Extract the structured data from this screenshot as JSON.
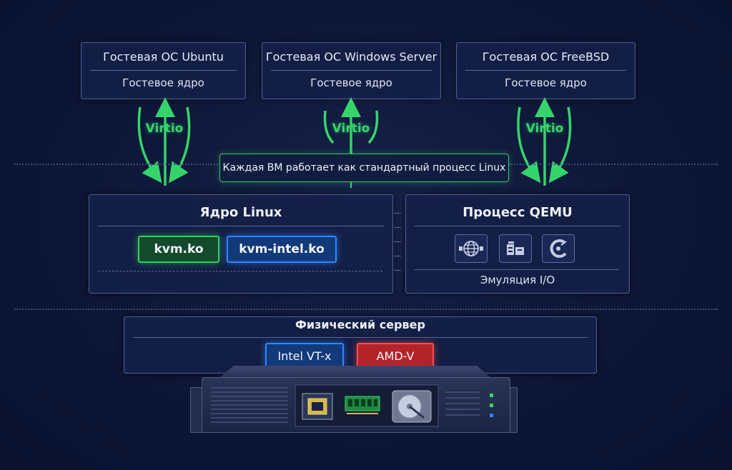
{
  "guests": [
    {
      "title": "Гостевая ОС Ubuntu",
      "kernel": "Гостевое ядро"
    },
    {
      "title": "Гостевая ОС Windows Server",
      "kernel": "Гостевое ядро"
    },
    {
      "title": "Гостевая ОС FreeBSD",
      "kernel": "Гостевое ядро"
    }
  ],
  "virtio_label": "Virtio",
  "note": "Каждая ВМ работает как стандартный процесс Linux",
  "kernel_box": {
    "title": "Ядро Linux",
    "modules": [
      "kvm.ko",
      "kvm-intel.ko"
    ]
  },
  "qemu_box": {
    "title": "Процесс QEMU",
    "icons": [
      "network-card-icon",
      "storage-device-icon",
      "disk-drive-icon"
    ],
    "caption": "Эмуляция I/O"
  },
  "physical": {
    "title": "Физический сервер",
    "extensions": [
      "Intel VT-x",
      "AMD-V"
    ],
    "components": [
      "cpu-chip-icon",
      "ram-module-icon",
      "hard-disk-icon"
    ]
  },
  "colors": {
    "background": "#0b1431",
    "virtio_green": "#35d46a",
    "kvm_green": "#2fd05e",
    "intel_blue": "#2f86ff",
    "amd_red": "#ff4b4b"
  }
}
